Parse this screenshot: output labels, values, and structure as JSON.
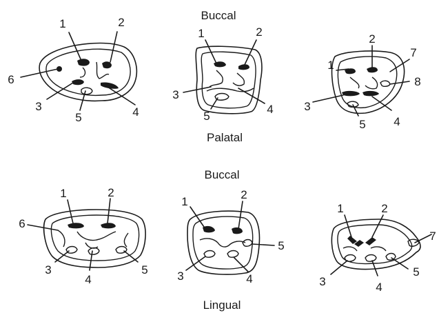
{
  "captions": {
    "upper_top": "Buccal",
    "upper_bottom": "Palatal",
    "lower_top": "Buccal",
    "lower_bottom": "Lingual"
  },
  "teeth": [
    {
      "id": "upper-left",
      "labels": [
        "1",
        "2",
        "3",
        "4",
        "5",
        "6"
      ]
    },
    {
      "id": "upper-middle",
      "labels": [
        "1",
        "2",
        "3",
        "4",
        "5"
      ]
    },
    {
      "id": "upper-right",
      "labels": [
        "1",
        "2",
        "3",
        "4",
        "5",
        "7",
        "8"
      ]
    },
    {
      "id": "lower-left",
      "labels": [
        "1",
        "2",
        "3",
        "4",
        "5",
        "6"
      ]
    },
    {
      "id": "lower-middle",
      "labels": [
        "1",
        "2",
        "3",
        "4",
        "5"
      ]
    },
    {
      "id": "lower-right",
      "labels": [
        "1",
        "2",
        "3",
        "4",
        "5",
        "7"
      ]
    }
  ]
}
